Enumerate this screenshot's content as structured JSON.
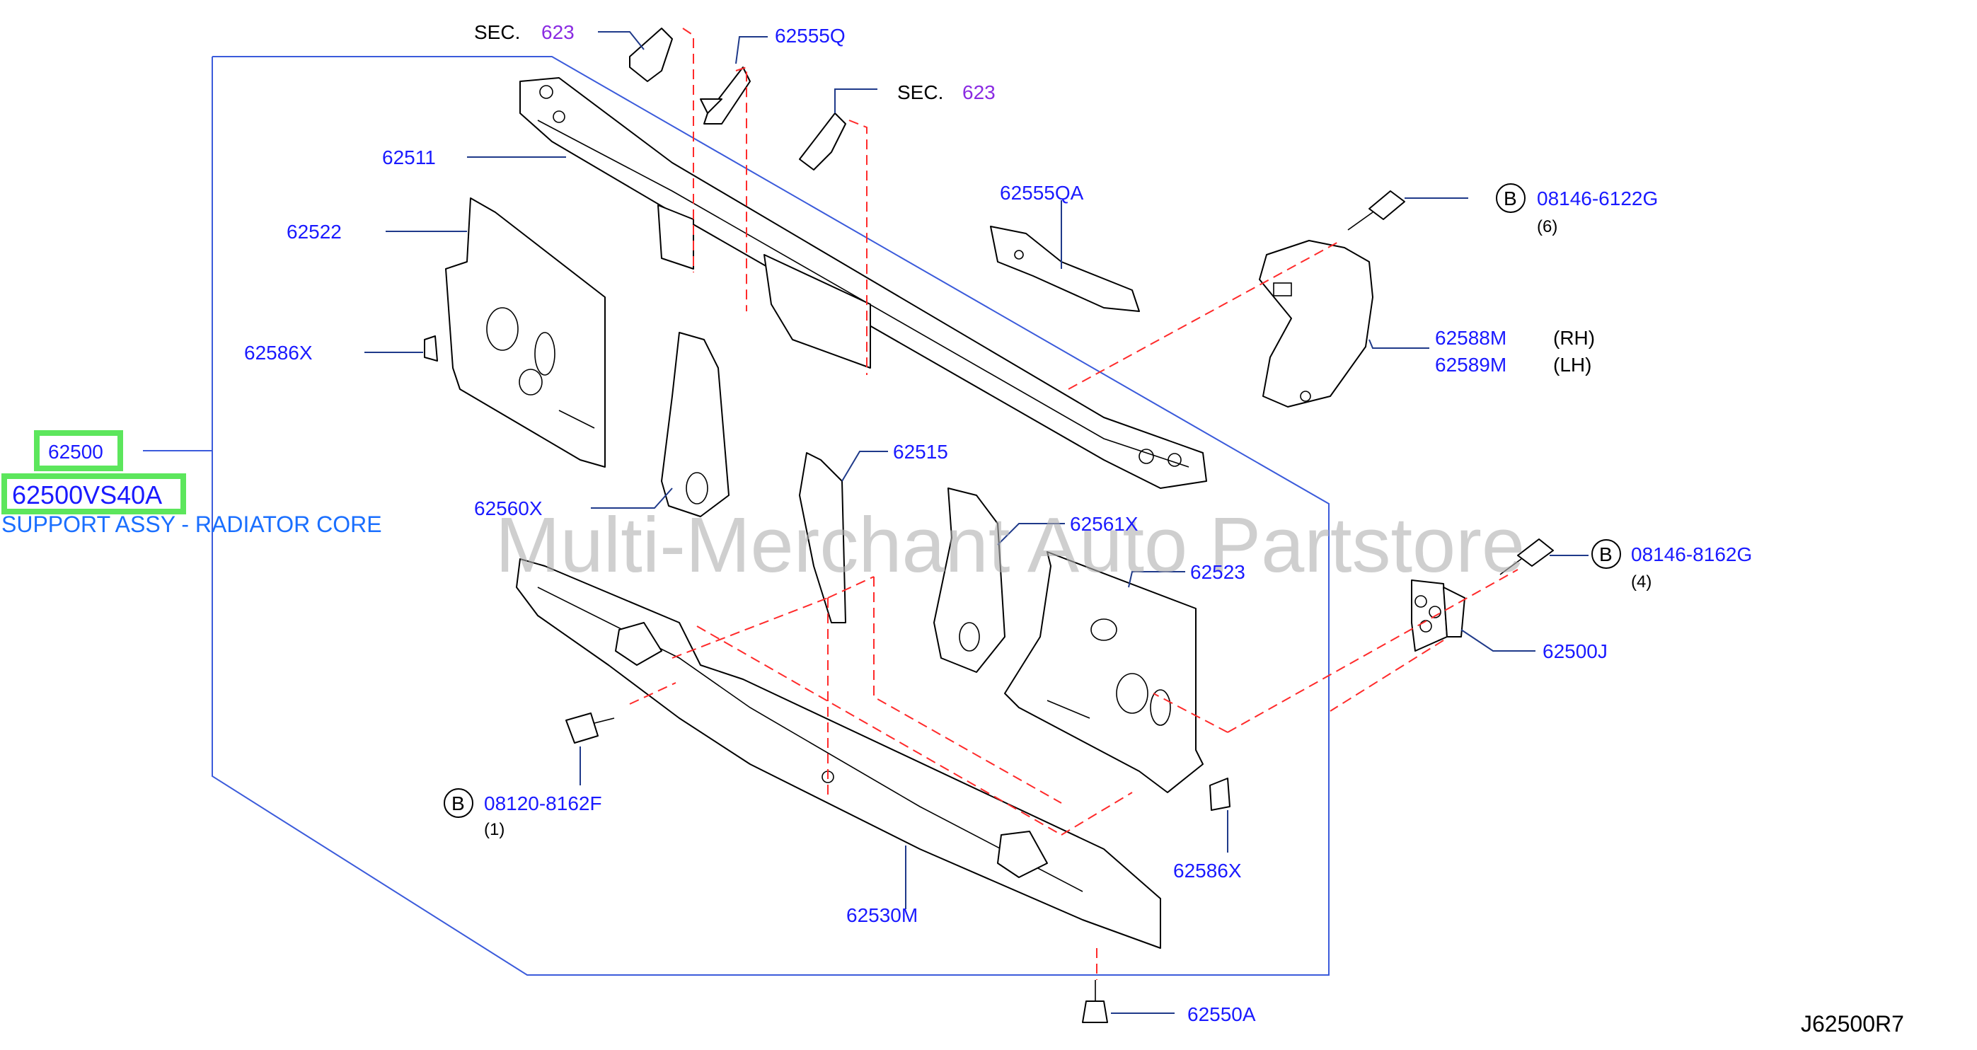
{
  "labels": {
    "sec_top": "SEC.",
    "sec_top_num": "623",
    "sec_mid": "SEC.",
    "sec_mid_num": "623",
    "p62555Q": "62555Q",
    "p62511": "62511",
    "p62555QA": "62555QA",
    "p62522": "62522",
    "p62586X_left": "62586X",
    "p62588M": "62588M",
    "p62588M_side": "(RH)",
    "p62589M": "62589M",
    "p62589M_side": "(LH)",
    "p62515": "62515",
    "p62560X": "62560X",
    "p62561X": "62561X",
    "p62523": "62523",
    "p62500J": "62500J",
    "p62586X_right": "62586X",
    "p62530M": "62530M",
    "p62550A": "62550A",
    "bolt1_code": "08146-6122G",
    "bolt1_qty": "(6)",
    "bolt2_code": "08146-8162G",
    "bolt2_qty": "(4)",
    "bolt3_code": "08120-8162F",
    "bolt3_qty": "(1)",
    "bolt_marker": "B"
  },
  "highlight": {
    "part_number": "62500",
    "oem_number": "62500VS40A",
    "description": "SUPPORT ASSY - RADIATOR CORE",
    "highlight_color": "#5ce65c"
  },
  "watermark": "Multi-Merchant Auto Partstore",
  "diagram_code": "J62500R7",
  "colors": {
    "label_blue": "#1a1aff",
    "sec_purple": "#8a2be2",
    "dashed_red": "#ff2a2a",
    "frame_blue": "#3b5bdb"
  }
}
